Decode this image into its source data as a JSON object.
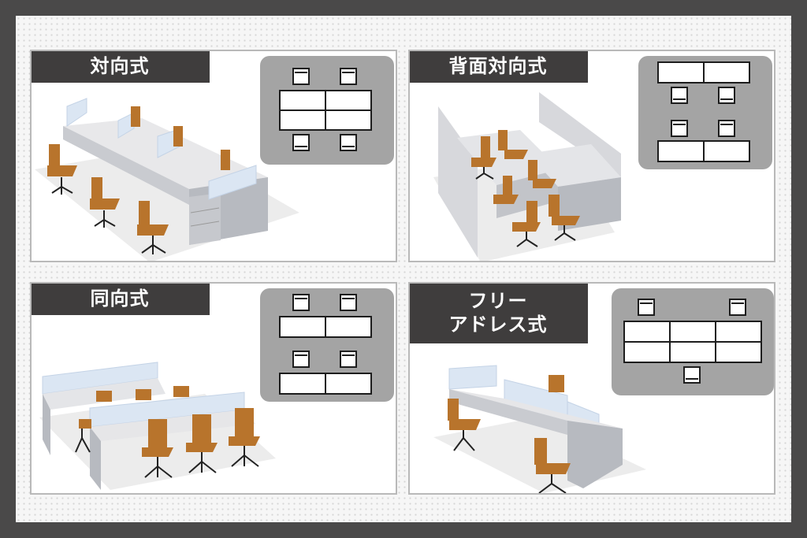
{
  "panels": [
    {
      "id": "taikou",
      "title_lines": [
        "対向式"
      ]
    },
    {
      "id": "haimen",
      "title_lines": [
        "背面対向式"
      ]
    },
    {
      "id": "doukou",
      "title_lines": [
        "同向式"
      ]
    },
    {
      "id": "free",
      "title_lines": [
        "フリー",
        "アドレス式"
      ]
    }
  ],
  "colors": {
    "frame": "#4a4949",
    "label_bg": "#3f3d3d",
    "plan_bg": "#a4a4a4",
    "chair": "#b8742c",
    "partition": "#dbe6f3",
    "desk": "#e6e6e8"
  }
}
